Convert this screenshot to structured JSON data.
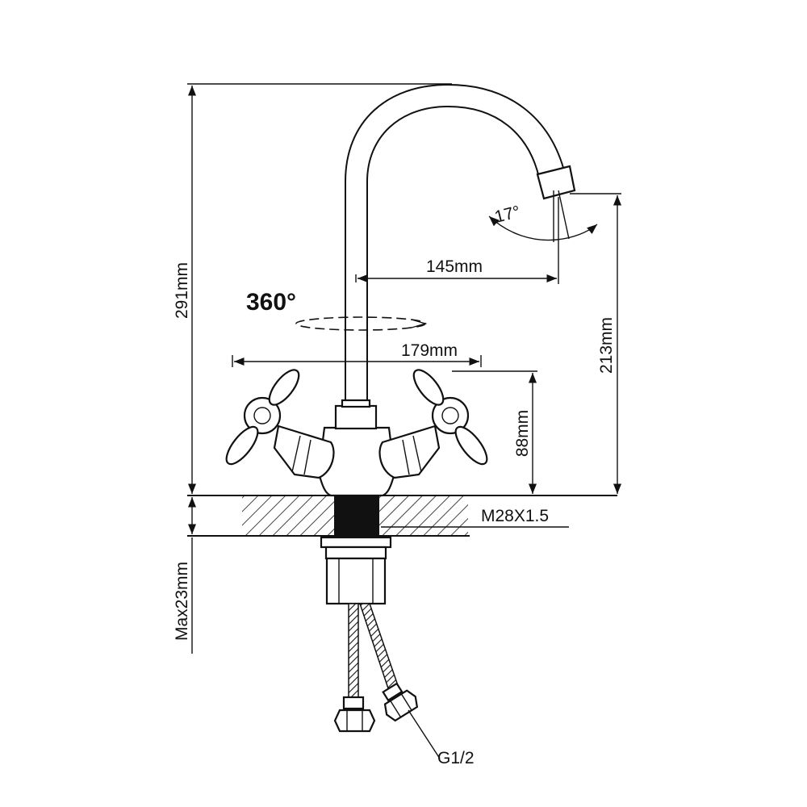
{
  "diagram": {
    "labels": {
      "rotation": "360°",
      "spout_angle": "17°",
      "spout_reach": "145mm",
      "handle_span": "179mm",
      "total_height": "291mm",
      "spout_height": "213mm",
      "handle_height": "88mm",
      "mount_thread": "M28X1.5",
      "max_counter": "Max23mm",
      "hose_thread": "G1/2"
    },
    "colors": {
      "line": "#111111",
      "background": "#ffffff"
    }
  }
}
